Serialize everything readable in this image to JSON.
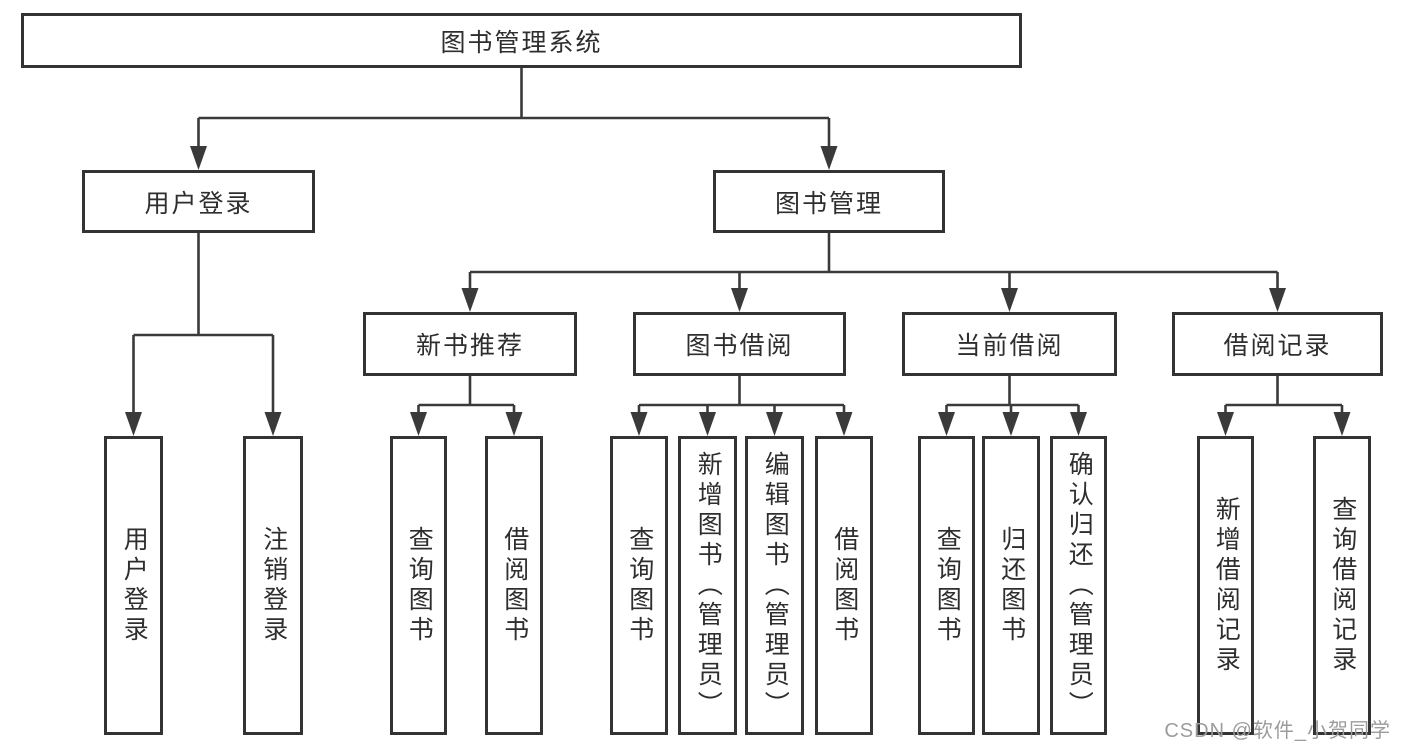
{
  "tree": {
    "root": {
      "label": "图书管理系统"
    },
    "level1": [
      {
        "label": "用户登录",
        "children": [
          {
            "label": "用户登录"
          },
          {
            "label": "注销登录"
          }
        ]
      },
      {
        "label": "图书管理",
        "children": [
          {
            "label": "新书推荐",
            "children": [
              {
                "label": "查询图书"
              },
              {
                "label": "借阅图书"
              }
            ]
          },
          {
            "label": "图书借阅",
            "children": [
              {
                "label": "查询图书"
              },
              {
                "label": "新增图书（管理员）"
              },
              {
                "label": "编辑图书（管理员）"
              },
              {
                "label": "借阅图书"
              }
            ]
          },
          {
            "label": "当前借阅",
            "children": [
              {
                "label": "查询图书"
              },
              {
                "label": "归还图书"
              },
              {
                "label": "确认归还（管理员）"
              }
            ]
          },
          {
            "label": "借阅记录",
            "children": [
              {
                "label": "新增借阅记录"
              },
              {
                "label": "查询借阅记录"
              }
            ]
          }
        ]
      }
    ]
  },
  "watermark": {
    "text": "CSDN @软件_小贺同学",
    "color": "#9c9c9c"
  },
  "colors": {
    "line": "#3a3a3a",
    "border": "#333333",
    "text": "#2e2e2e",
    "background": "#ffffff"
  }
}
